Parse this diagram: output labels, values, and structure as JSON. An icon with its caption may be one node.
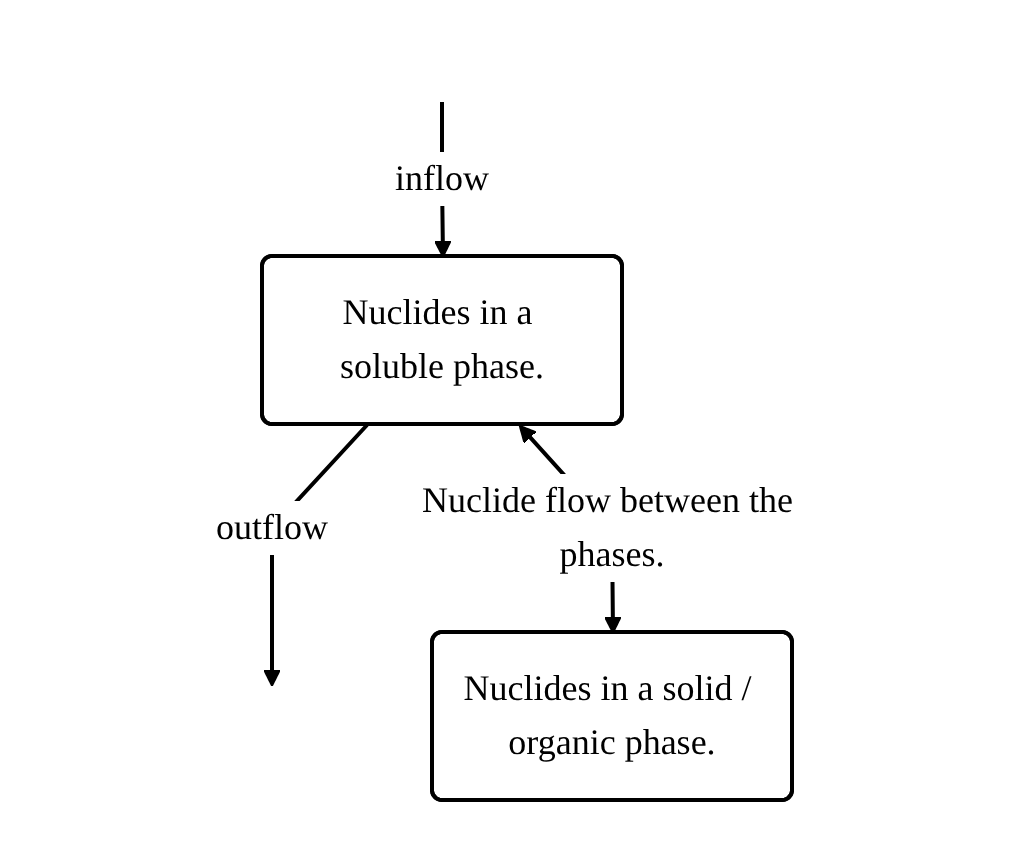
{
  "diagram": {
    "nodes": [
      {
        "text": [
          "Nuclides in a soluble phase."
        ]
      },
      {
        "text": [
          "Nuclides in a solid / organic phase."
        ]
      }
    ],
    "edges": [
      {
        "from": null,
        "to": 0,
        "arrow": "to",
        "label": "inflow"
      },
      {
        "from": 0,
        "to": null,
        "arrow": "to",
        "label": "outflow"
      },
      {
        "from": 0,
        "to": 1,
        "arrow": "both",
        "label": "Nuclide flow between the phases."
      }
    ]
  }
}
